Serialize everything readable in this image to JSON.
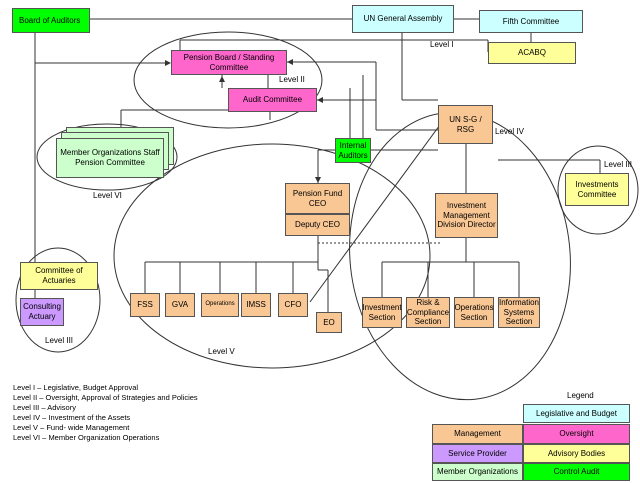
{
  "nodes": {
    "board_of_auditors": "Board of Auditors",
    "un_general_assembly": "UN General Assembly",
    "fifth_committee": "Fifth Committee",
    "acabq": "ACABQ",
    "pension_board": "Pension Board / Standing Committee",
    "audit_committee": "Audit Committee",
    "member_organizations": "Member Organizations Staff Pension Committee",
    "un_sg_rsg": "UN S-G / RSG",
    "internal_auditors": "Internal Auditors",
    "pension_fund_ceo": "Pension Fund CEO",
    "deputy_ceo": "Deputy CEO",
    "imd_director": "Investment Management Division Director",
    "investments_committee": "Investments Committee",
    "committee_of_actuaries": "Committee of Actuaries",
    "consulting_actuary": "Consulting Actuary",
    "fss": "FSS",
    "gva": "GVA",
    "operations": "Operations",
    "imss": "IMSS",
    "cfo": "CFO",
    "eo": "EO",
    "investment_section": "Investment Section",
    "risk_compliance": "Risk & Compliance Section",
    "operations_section": "Operations Section",
    "information_systems": "Information Systems Section"
  },
  "level_labels": {
    "level_1": "Level I",
    "level_2": "Level II",
    "level_3_right": "Level III",
    "level_3_left": "Level III",
    "level_4": "Level IV",
    "level_5": "Level V",
    "level_6": "Level VI"
  },
  "level_key": [
    "Level I – Legislative, Budget Approval",
    "Level II – Oversight, Approval of Strategies and Policies",
    "Level III – Advisory",
    "Level IV – Investment of the Assets",
    "Level V – Fund- wide Management",
    "Level VI – Member Organization Operations"
  ],
  "legend": {
    "title": "Legend",
    "items": [
      {
        "label": "Legislative and Budget",
        "color": "#ccffff"
      },
      {
        "label": "Management",
        "color": "#f9c794"
      },
      {
        "label": "Oversight",
        "color": "#ff66cc"
      },
      {
        "label": "Service Provider",
        "color": "#cc99ff"
      },
      {
        "label": "Advisory Bodies",
        "color": "#ffff99"
      },
      {
        "label": "Member Organizations",
        "color": "#ccffcc"
      },
      {
        "label": "Control Audit",
        "color": "#00ff00"
      }
    ]
  }
}
